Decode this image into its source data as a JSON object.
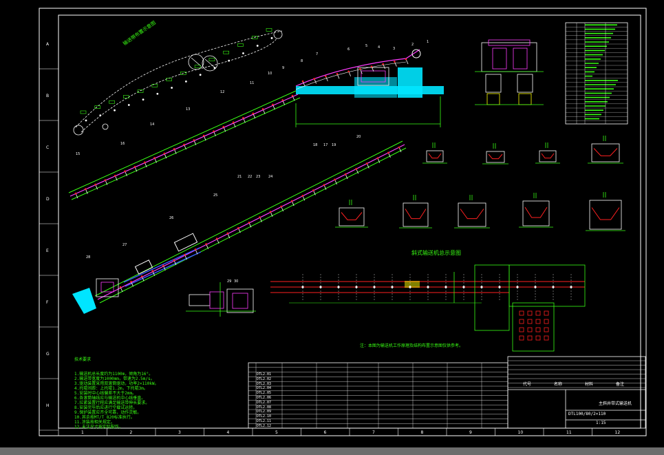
{
  "canvas": {
    "background": "#000000"
  },
  "colors": {
    "frame": "#ffffff",
    "belt": "#39ff14",
    "conveyor_red": "#ff2020",
    "magenta": "#ff3cff",
    "cyan": "#00e5ff",
    "yellow": "#ffff00",
    "blue": "#3a5bff",
    "white": "#ffffff"
  },
  "frame": {
    "left_ticks": [
      "A",
      "B",
      "C",
      "D",
      "E",
      "F",
      "G",
      "H"
    ],
    "bottom_ticks": [
      "1",
      "2",
      "3",
      "4",
      "5",
      "6",
      "7",
      "8",
      "9",
      "10",
      "11",
      "12"
    ]
  },
  "titles": {
    "layout_view": "输送带布置示意图",
    "section_view": "斜式输送机总示意图",
    "note_line": "注：本图为输送机工作原理及结构布置示意图仅供参考。"
  },
  "callouts": [
    "1",
    "2",
    "3",
    "4",
    "5",
    "6",
    "7",
    "8",
    "9",
    "10",
    "11",
    "12",
    "13",
    "14",
    "15",
    "16",
    "17",
    "18",
    "19",
    "20",
    "21",
    "22",
    "23",
    "24",
    "25",
    "26",
    "27",
    "28",
    "29",
    "30"
  ],
  "title_block": {
    "name": "主斜井带式输送机",
    "drawing_no": "DTL100/80/2×110",
    "scale": "1:15",
    "headers": [
      "代号",
      "名称",
      "材料",
      "备注"
    ],
    "rows": [
      "DTL2.01",
      "DTL2.02",
      "DTL2.03",
      "DTL2.04",
      "DTL2.05",
      "DTL2.06",
      "DTL2.07",
      "DTL2.08",
      "DTL2.09",
      "DTL2.10",
      "DTL2.11",
      "DTL2.12"
    ]
  },
  "notes": {
    "heading": "技术要求",
    "lines": [
      "1.输送机总长度约为1100m，倾角为16°。",
      "2.输送带宽度为1000mm，带速为2.5m/s。",
      "3.驱动装置采用双滚筒驱动，功率2×110kW。",
      "4.托辊间距：上托辊1.2m，下托辊3m。",
      "5.安装时中心线偏差不大于2mm。",
      "6.各滚筒轴线应与输送机中心线垂直。",
      "7.拉紧装置行程应满足输送带伸长要求。",
      "8.安装完毕后应进行空载试运转。",
      "9.保护装置应齐全可靠，动作灵敏。",
      "10.其余按MT/T 820标准执行。",
      "11.涂装按相关规定。",
      "12.未注尺寸按实际配作。"
    ]
  }
}
